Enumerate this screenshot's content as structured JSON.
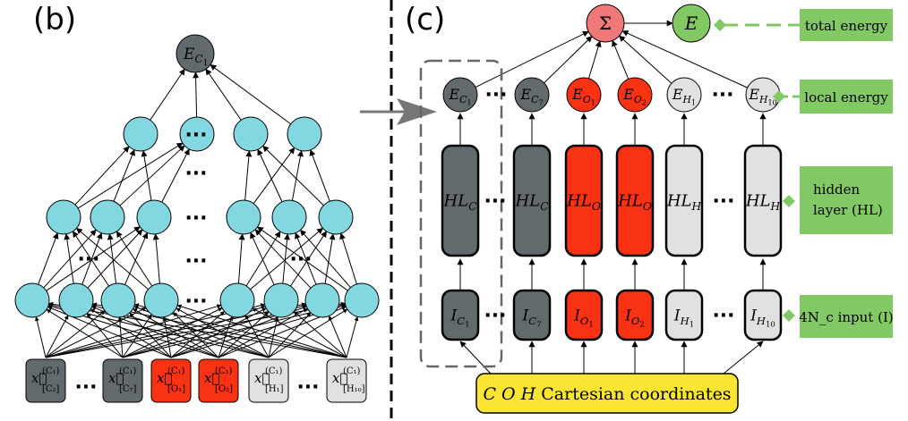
{
  "panel_b": {
    "label": "(b)",
    "output_node": {
      "main": "E",
      "sub": "C",
      "subsub": "1"
    },
    "ellipsis": "···",
    "inputs": [
      {
        "main": "x⃗",
        "sup": "(C₁)",
        "sub": "[C₂]",
        "kind": "carbon"
      },
      {
        "main": "x⃗",
        "sup": "(C₁)",
        "sub": "[C₇]",
        "kind": "carbon"
      },
      {
        "main": "x⃗",
        "sup": "(C₁)",
        "sub": "[O₁]",
        "kind": "oxygen"
      },
      {
        "main": "x⃗",
        "sup": "(C₁)",
        "sub": "[O₂]",
        "kind": "oxygen"
      },
      {
        "main": "x⃗",
        "sup": "(C₁)",
        "sub": "[H₁]",
        "kind": "hydrogen"
      },
      {
        "main": "x⃗",
        "sup": "(C₁)",
        "sub": "[H₁₀]",
        "kind": "hydrogen"
      }
    ]
  },
  "panel_c": {
    "label": "(c)",
    "sum_symbol": "Σ",
    "energy_symbol": "E",
    "ellipsis": "···",
    "local_energies": [
      {
        "main": "E",
        "sub": "C",
        "subsub": "1",
        "kind": "carbon"
      },
      {
        "main": "E",
        "sub": "C",
        "subsub": "7",
        "kind": "carbon"
      },
      {
        "main": "E",
        "sub": "O",
        "subsub": "1",
        "kind": "oxygen"
      },
      {
        "main": "E",
        "sub": "O",
        "subsub": "2",
        "kind": "oxygen"
      },
      {
        "main": "E",
        "sub": "H",
        "subsub": "1",
        "kind": "hydrogen"
      },
      {
        "main": "E",
        "sub": "H",
        "subsub": "10",
        "kind": "hydrogen"
      }
    ],
    "hidden_layers": [
      {
        "main": "HL",
        "sub": "C",
        "kind": "carbon"
      },
      {
        "main": "HL",
        "sub": "C",
        "kind": "carbon"
      },
      {
        "main": "HL",
        "sub": "O",
        "kind": "oxygen"
      },
      {
        "main": "HL",
        "sub": "O",
        "kind": "oxygen"
      },
      {
        "main": "HL",
        "sub": "H",
        "kind": "hydrogen"
      },
      {
        "main": "HL",
        "sub": "H",
        "kind": "hydrogen"
      }
    ],
    "inputs": [
      {
        "main": "I",
        "sub": "C",
        "subsub": "1",
        "kind": "carbon"
      },
      {
        "main": "I",
        "sub": "C",
        "subsub": "7",
        "kind": "carbon"
      },
      {
        "main": "I",
        "sub": "O",
        "subsub": "1",
        "kind": "oxygen"
      },
      {
        "main": "I",
        "sub": "O",
        "subsub": "2",
        "kind": "oxygen"
      },
      {
        "main": "I",
        "sub": "H",
        "subsub": "1",
        "kind": "hydrogen"
      },
      {
        "main": "I",
        "sub": "H",
        "subsub": "10",
        "kind": "hydrogen"
      }
    ],
    "coordinates_box": "C O H Cartesian coordinates",
    "legend": {
      "total_energy": "total energy",
      "local_energy": "local energy",
      "hidden_line1": "hidden",
      "hidden_line2": "layer (HL)",
      "input": "4N_c input (I)"
    }
  },
  "colors": {
    "carbon": "#636a6e",
    "oxygen": "#fa3214",
    "hydrogen": "#e1e1e1",
    "neuron": "#82d7e1",
    "legend_green": "#82c864",
    "sum_red": "#f07878",
    "coord_yellow": "#fae632"
  }
}
